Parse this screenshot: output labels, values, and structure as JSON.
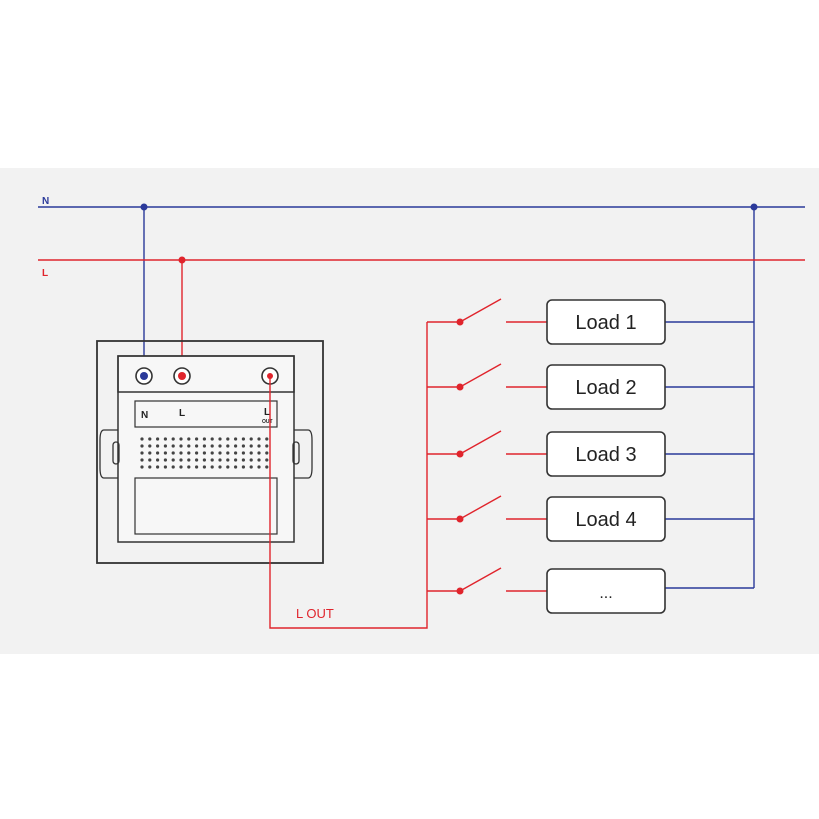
{
  "colors": {
    "neutral": "#2b3a9a",
    "live": "#e0242c",
    "panel_bg": "#f2f2f2",
    "device_stroke": "#333333",
    "load_stroke": "#333333"
  },
  "lines": {
    "neutral_label": "N",
    "live_label": "L",
    "output_label": "L OUT"
  },
  "device": {
    "terminal_n": "N",
    "terminal_l": "L",
    "terminal_lout_main": "L",
    "terminal_lout_sub": "OUT"
  },
  "loads": [
    {
      "label": "Load 1"
    },
    {
      "label": "Load 2"
    },
    {
      "label": "Load 3"
    },
    {
      "label": "Load 4"
    },
    {
      "label": "..."
    }
  ]
}
